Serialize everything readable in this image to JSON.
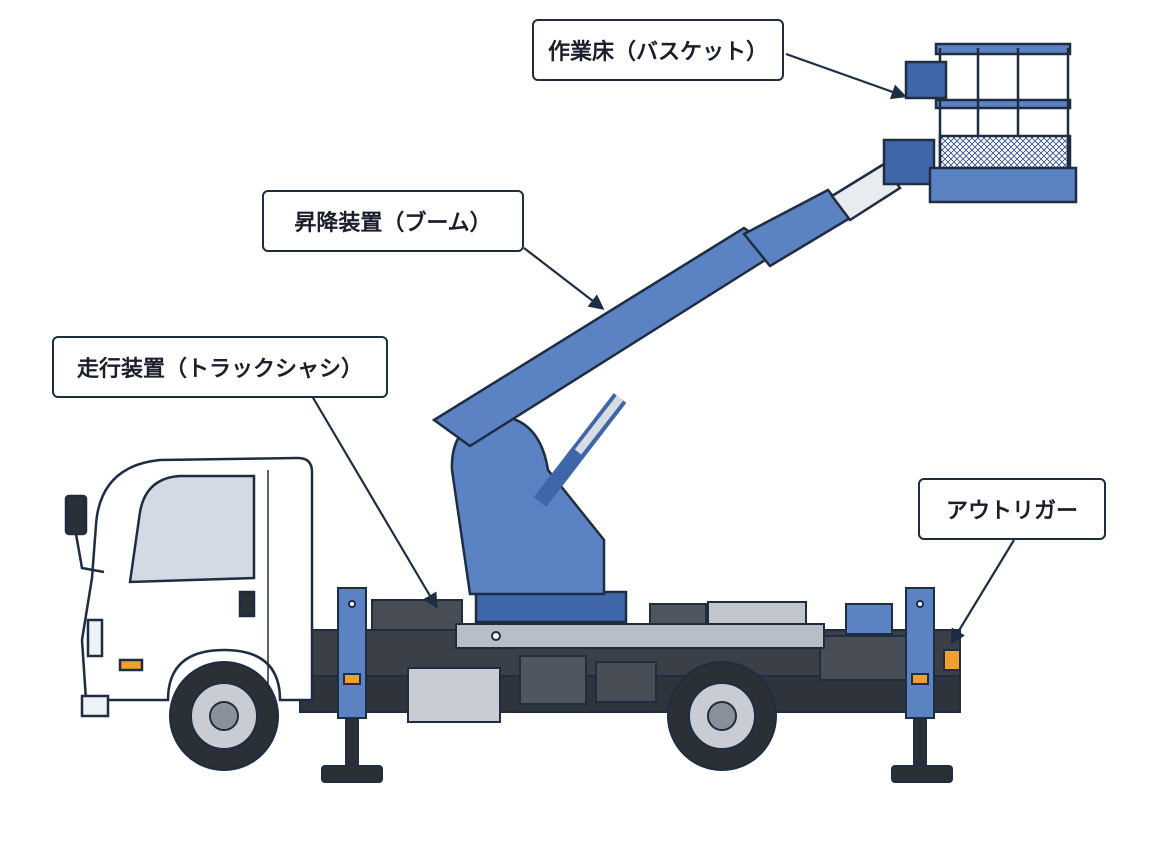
{
  "labels": {
    "basket": "作業床（バスケット）",
    "boom": "昇降装置（ブーム）",
    "chassis": "走行装置（トラックシャシ）",
    "outrigger": "アウトリガー"
  },
  "colors": {
    "boom_blue": "#5b83c4",
    "boom_dark": "#3f66a8",
    "outline": "#1e2d42",
    "cab_white": "#ffffff",
    "chassis_dark": "#3a3f48",
    "deck_gray": "#b9bec6",
    "amber": "#f0a030"
  },
  "icons": [
    "truck-illustration",
    "arrow-icon"
  ]
}
